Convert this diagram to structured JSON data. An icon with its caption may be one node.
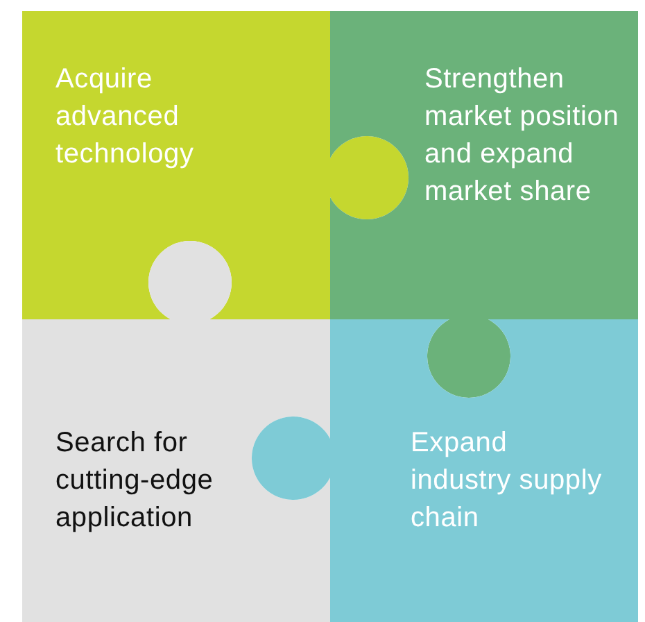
{
  "diagram": {
    "nodes": [
      {
        "text": [
          "Acquire advanced technology"
        ]
      },
      {
        "text": [
          "Strengthen market position and expand market share"
        ]
      },
      {
        "text": [
          "Search for cutting-edge application"
        ]
      },
      {
        "text": [
          "Expand industry supply chain"
        ]
      }
    ]
  }
}
